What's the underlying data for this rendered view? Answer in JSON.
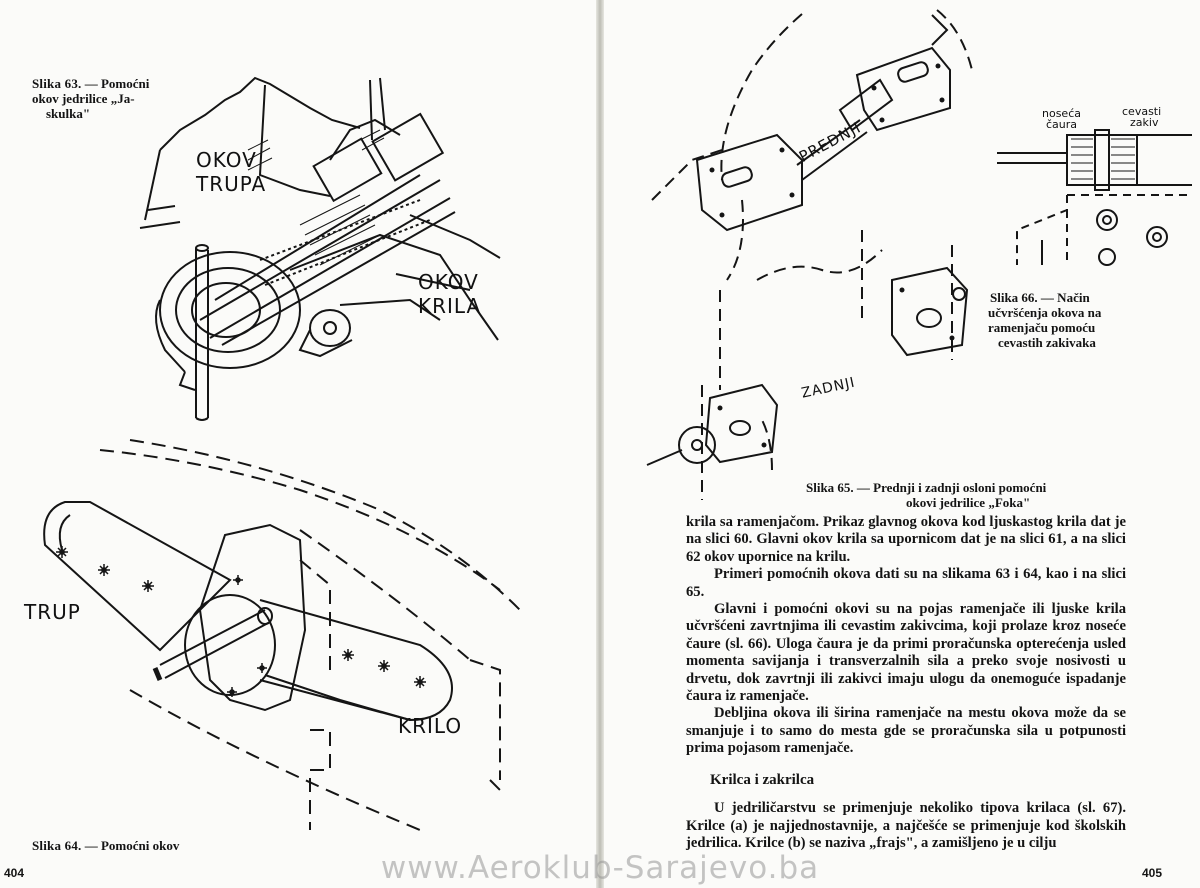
{
  "left_page": {
    "fig63": {
      "caption_label": "Slika 63.",
      "caption_lines": [
        "— Pomoćni",
        "okov jedrilice „Ja-",
        "skulka\""
      ],
      "label_trupa": [
        "OKOV",
        "TRUPA"
      ],
      "label_krila": [
        "OKOV",
        "KRILA"
      ]
    },
    "fig64": {
      "label_trup": "TRUP",
      "label_krilo": "KRILO",
      "caption_label": "Slika 64.",
      "caption_text": "— Pomoćni okov"
    },
    "page_number": "404"
  },
  "right_page": {
    "fig65": {
      "label_prednji": "PREDNJI",
      "label_zadnji": "ZADNJI",
      "caption_line1": "Slika 65. — Prednji i zadnji osloni pomoćni",
      "caption_line2": "okovi jedrilice „Foka\""
    },
    "fig66": {
      "label_caura": [
        "noseća",
        "čaura"
      ],
      "label_zakiv": [
        "cevasti",
        "zakiv"
      ],
      "caption_lines": [
        "Slika 66. — Način",
        "učvršćenja okova na",
        "ramenjaču pomoću",
        "cevastih zakivaka"
      ]
    },
    "paragraphs": [
      "krila sa ramenjačom. Prikaz glavnog okova kod ljuskastog krila dat je na slici 60. Glavni okov krila sa upornicom dat je na slici 61, a na slici 62 okov upornice na krilu.",
      "Primeri pomoćnih okova dati su na slikama 63 i 64, kao i na slici 65.",
      "Glavni i pomoćni okovi su na pojas ramenjače ili ljuske krila učvršćeni zavrtnjima ili cevastim zakivcima, koji prolaze kroz noseće čaure (sl. 66). Uloga čaura je da primi proračunska opterećenja usled momenta savijanja i transverzalnih sila a preko svoje nosivosti u drvetu, dok zavrtnji ili zakivci imaju ulogu da onemoguće ispadanje čaura iz ramenjače.",
      "Debljina okova ili širina ramenjače na mestu okova može da se smanjuje i to samo do mesta gde se proračunska sila u potpunosti prima pojasom ramenjače."
    ],
    "section_heading": "Krilca i zakrilca",
    "section_paragraph": "U jedriličarstvu se primenjuje nekoliko tipova krilaca (sl. 67). Krilce (a) je najjednostavnije, a najčešće se primenjuje kod školskih jedrilica. Krilce (b) se naziva „frajs\", a zamišljeno je u cilju",
    "page_number": "405"
  },
  "watermark": "www.Aeroklub-Sarajevo.ba"
}
